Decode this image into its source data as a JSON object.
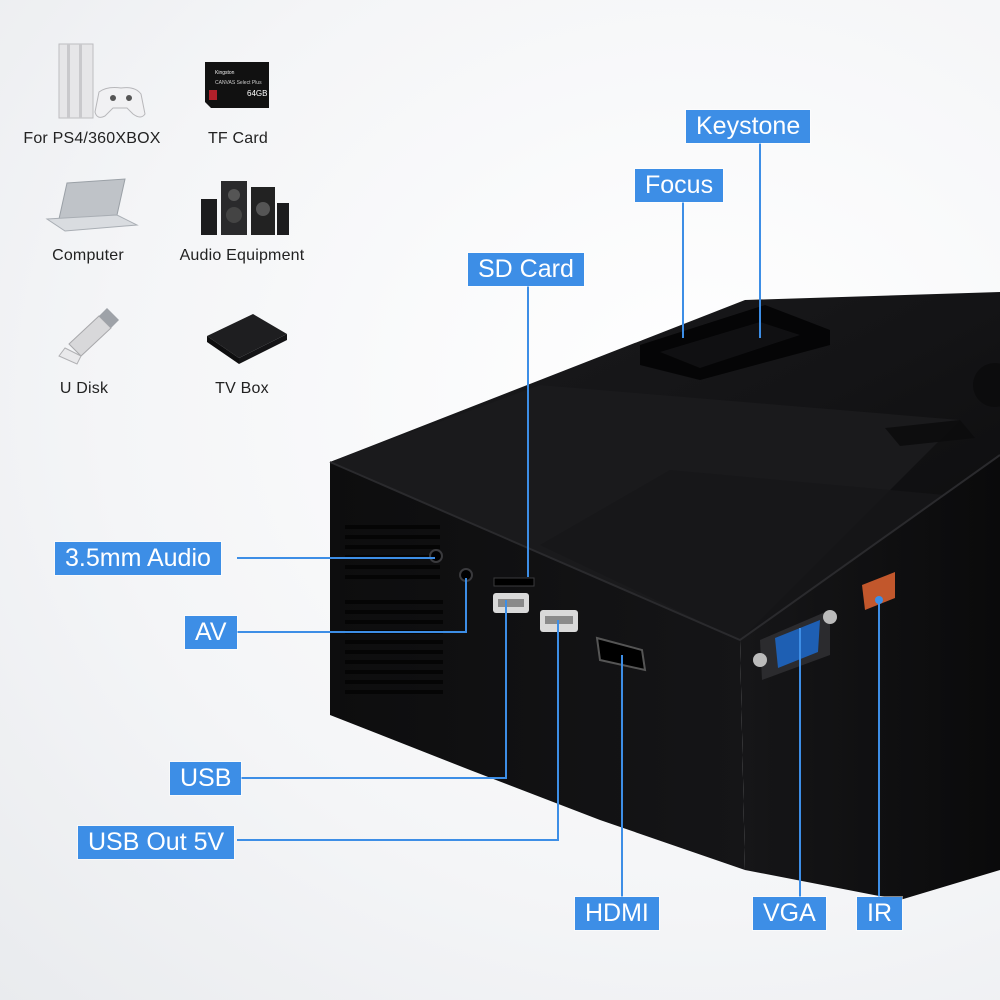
{
  "devices": [
    {
      "key": "ps4",
      "label": "For PS4/360XBOX",
      "icon": "game-console-icon"
    },
    {
      "key": "tf",
      "label": "TF Card",
      "icon": "tf-card-icon"
    },
    {
      "key": "computer",
      "label": "Computer",
      "icon": "laptop-icon"
    },
    {
      "key": "audio",
      "label": "Audio Equipment",
      "icon": "speaker-system-icon"
    },
    {
      "key": "udisk",
      "label": "U Disk",
      "icon": "usb-drive-icon"
    },
    {
      "key": "tvbox",
      "label": "TV Box",
      "icon": "tv-box-icon"
    }
  ],
  "tf_card_print": {
    "brand": "Kingston",
    "line": "CANVAS Select Plus",
    "capacity": "64GB"
  },
  "ports": {
    "keystone": "Keystone",
    "focus": "Focus",
    "sdcard": "SD Card",
    "audio": "3.5mm Audio",
    "av": "AV",
    "usb": "USB",
    "usbout": "USB Out 5V",
    "hdmi": "HDMI",
    "vga": "VGA",
    "ir": "IR"
  },
  "accent_color": "#3d8ee6"
}
